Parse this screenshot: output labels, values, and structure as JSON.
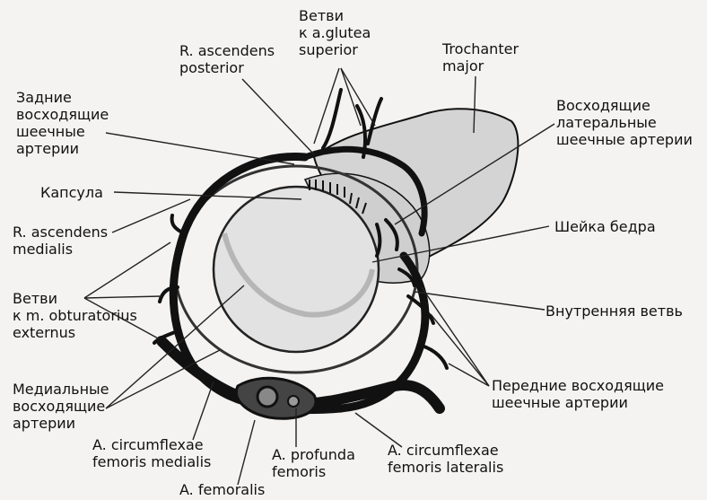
{
  "labels": {
    "glutea": "Ветви\nк a.glutea\nsuperior",
    "asc_posterior": "R. ascendens\nposterior",
    "trochanter": "Trochanter\nmajor",
    "posterior_neck": "Задние\nвосходящие\nшеечные\nартерии",
    "lateral_neck": "Восходящие\nлатеральные\nшеечные артерии",
    "capsule": "Капсула",
    "asc_medialis": "R. ascendens\nmedialis",
    "neck": "Шейка бедра",
    "obturatorius": "Ветви\nк m. obturatorius\nexternus",
    "inner_branch": "Внутренняя ветвь",
    "medial_asc": "Медиальные\nвосходящие\nартерии",
    "anterior_neck": "Передние восходящие\nшеечные артерии",
    "circ_medialis": "A. circumflexae\nfemoris medialis",
    "profunda": "A. profunda\nfemoris",
    "circ_lateralis": "A. circumflexae\nfemoris lateralis",
    "femoralis": "A. femoralis"
  },
  "colors": {
    "background": "#f4f3f1",
    "vessel": "#111111",
    "head_fill": "#dcdcdc",
    "trochanter_fill": "#d4d4d4",
    "leader": "#222222"
  }
}
